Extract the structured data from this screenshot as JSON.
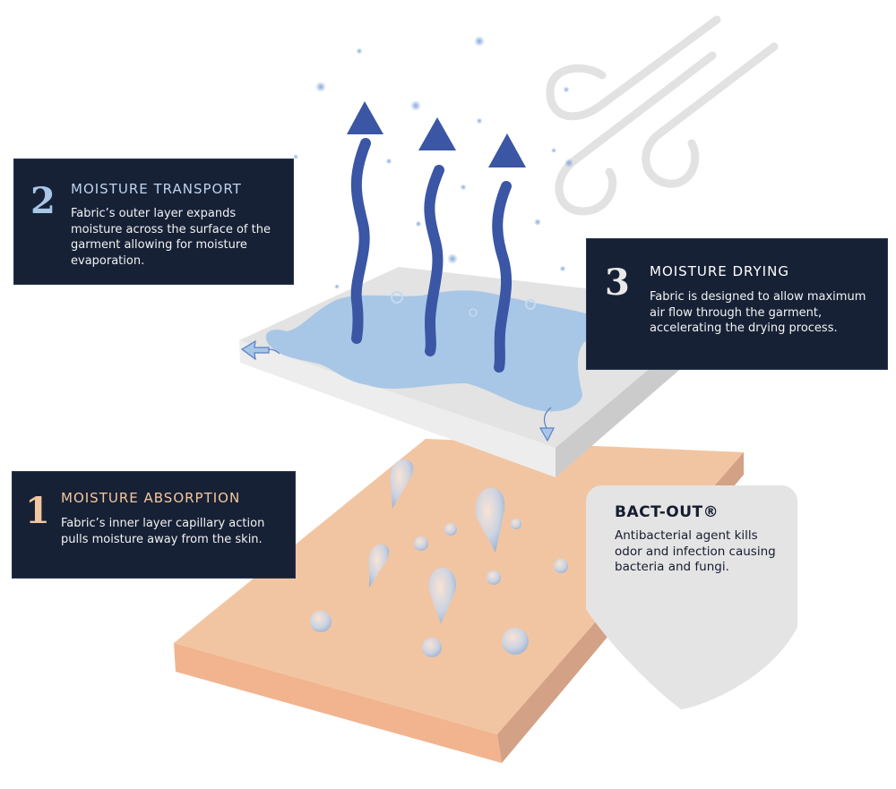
{
  "title": "Moisture management fabric layers",
  "colors": {
    "panel_bg": "#172136",
    "arrow_blue": "#3a56a4",
    "moisture_blue": "#a8c7e6",
    "fabric_top": "#e3e3e3",
    "skin_top": "#f2c5a2",
    "wind_gray": "#e2e2e2",
    "shield_gray": "#e4e4e4"
  },
  "steps": [
    {
      "number": "1",
      "title": "MOISTURE  ABSORPTION",
      "description": "Fabric’s inner layer capillary action pulls moisture away from the skin.",
      "accent": "#f3c79e"
    },
    {
      "number": "2",
      "title": "MOISTURE  TRANSPORT",
      "description": "Fabric’s outer layer expands moisture across the surface of the garment allowing for moisture evaporation.",
      "accent": "#bcd3ee"
    },
    {
      "number": "3",
      "title": "MOISTURE  DRYING",
      "description": "Fabric is designed to allow maximum air flow through the garment, accelerating the drying process.",
      "accent": "#ffffff"
    }
  ],
  "feature": {
    "title": "BACT-OUT®",
    "description": "Antibacterial agent kills odor and infection causing bacteria and fungi."
  },
  "icons": {
    "wind": "wind-icon",
    "evaporation_arrows": "arrow-up-wavy-icon",
    "spread_arrows": "arrow-curved-icon",
    "droplets": "water-droplet-icon",
    "shield": "shield-icon"
  }
}
